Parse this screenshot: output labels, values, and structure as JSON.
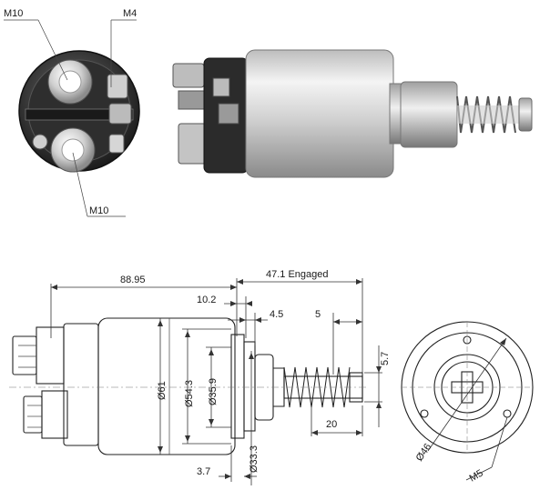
{
  "photo_labels": {
    "terminal_top": "M10",
    "terminal_small": "M4",
    "terminal_bottom": "M10"
  },
  "dimensions": {
    "overall_length": "88.95",
    "stroke": "47.1 Engaged",
    "flange_offset": "10.2",
    "gap": "4.5",
    "tip_length": "5",
    "tip_height": "5.7",
    "body_diameter": "Ø61",
    "flange_diameter": "Ø54.3",
    "bore_diameter": "Ø35.9",
    "hub_diameter": "Ø33.3",
    "spring_length": "20",
    "flange_thickness": "3.7",
    "bolt_circle": "Ø46",
    "thread": "M5"
  },
  "colors": {
    "line": "#222222",
    "metal_light": "#d9d9d9",
    "metal_dark": "#3a3a3a"
  }
}
